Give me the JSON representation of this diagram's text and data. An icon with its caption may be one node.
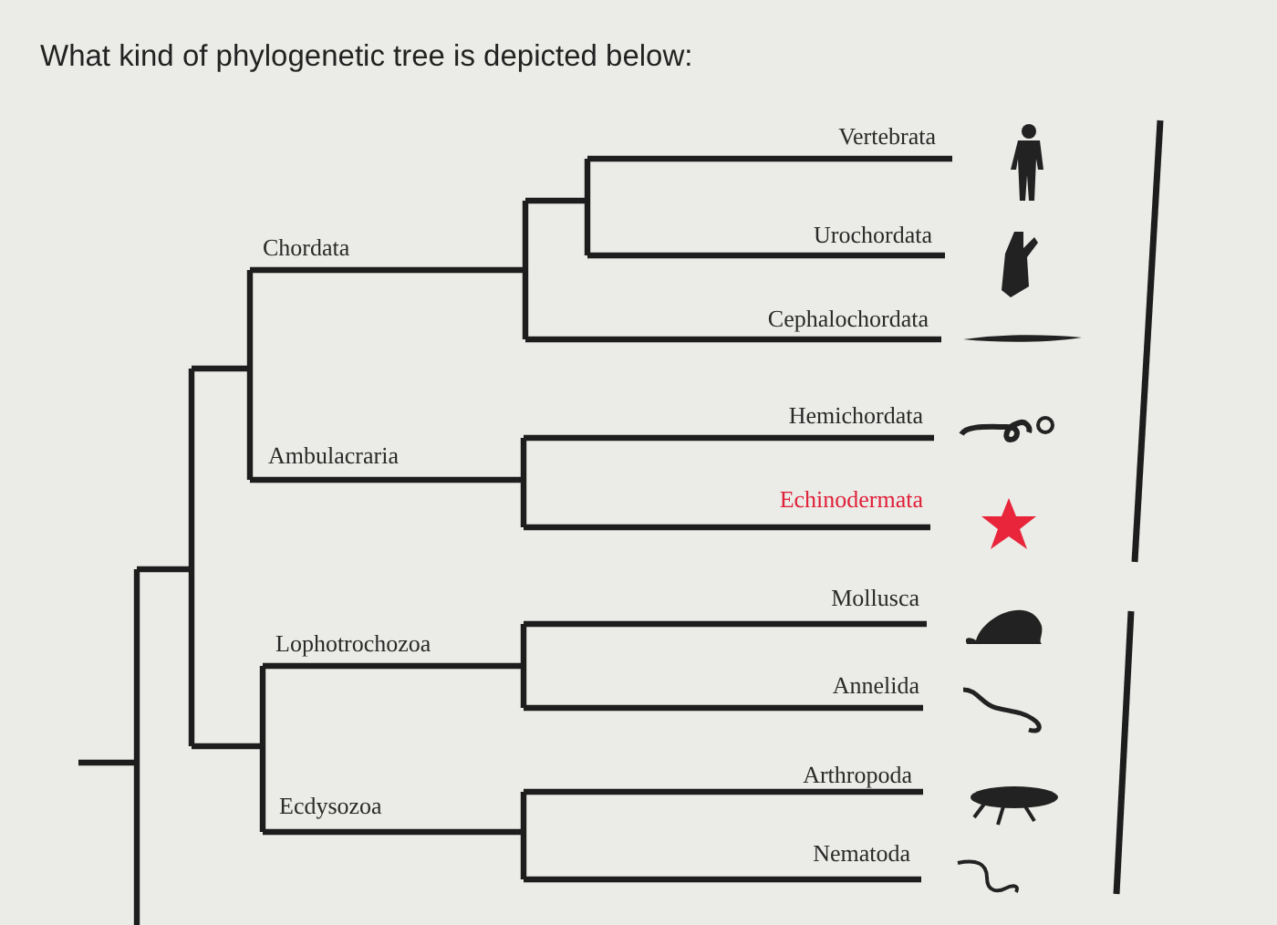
{
  "diagram": {
    "title": "What kind of phylogenetic tree is depicted below:",
    "labels": [
      "Vertebrata",
      "Urochordata",
      "Chordata",
      "Cephalochordata",
      "Hemichordata",
      "Ambulacraria",
      "Echinodermata",
      "Mollusca",
      "Lophotrochozoa",
      "Annelida",
      "Arthropoda",
      "Ecdysozoa",
      "Nematoda"
    ]
  }
}
